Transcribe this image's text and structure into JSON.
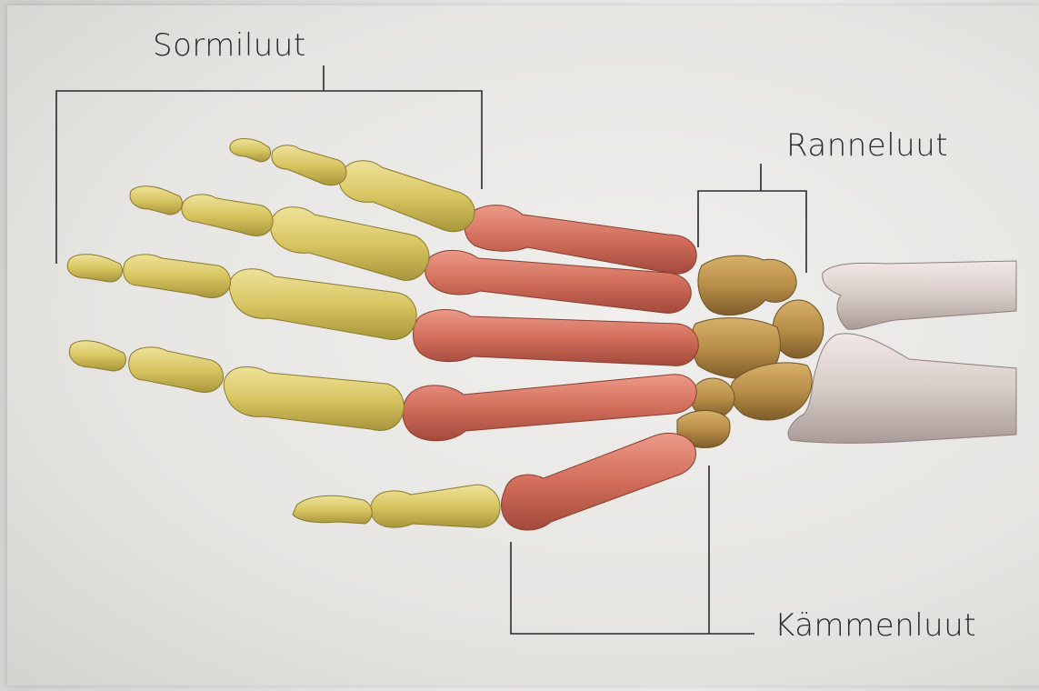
{
  "labels": {
    "phalanges": "Sormiluut",
    "carpals": "Ranneluut",
    "metacarpals": "Kämmenluut"
  },
  "colors": {
    "phalanges": "#d9c766",
    "metacarpals": "#d4705e",
    "carpals": "#b8904a",
    "forearm": "#d8ccc8",
    "bracket": "#2a2a2a"
  }
}
